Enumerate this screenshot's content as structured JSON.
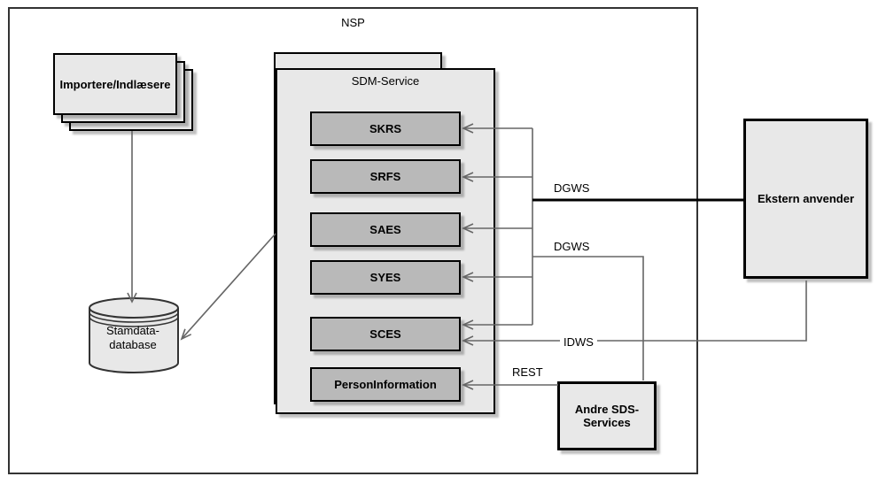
{
  "outer": {
    "label": "NSP"
  },
  "nodes": {
    "importers": {
      "label": "Importere/Indlæsere"
    },
    "database": {
      "label_line1": "Stamdata-",
      "label_line2": "database"
    },
    "sdm": {
      "label": "SDM-Service",
      "services": [
        "SKRS",
        "SRFS",
        "SAES",
        "SYES",
        "SCES",
        "PersonInformation"
      ]
    },
    "external": {
      "label": "Ekstern anvender"
    },
    "other_sds": {
      "label_line1": "Andre SDS-",
      "label_line2": "Services"
    }
  },
  "edges": {
    "dgws_external": "DGWS",
    "dgws_other": "DGWS",
    "idws": "IDWS",
    "rest": "REST"
  },
  "colors": {
    "box_light": "#e8e8e8",
    "box_dark": "#b9b9b9",
    "line_gray": "#666666",
    "line_black": "#000000",
    "border_black": "#000000",
    "outer_border": "#333333"
  }
}
